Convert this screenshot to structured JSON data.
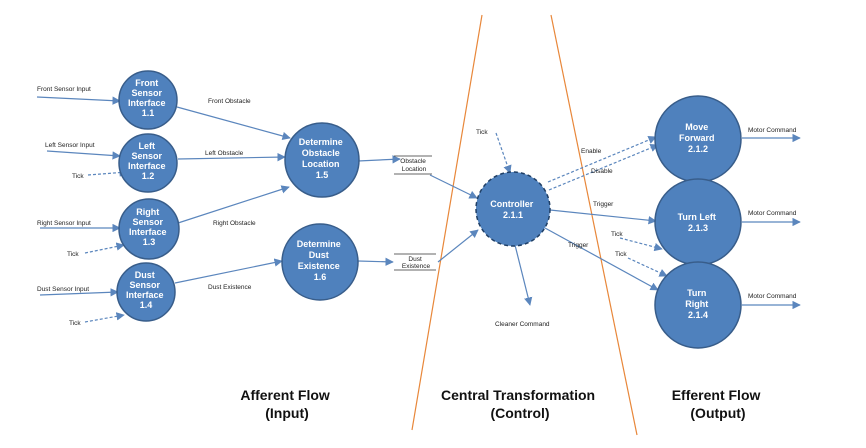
{
  "colors": {
    "node_fill": "#4f81bd",
    "flow": "#5b86bd",
    "boundary": "#e8873a",
    "text": "#222222"
  },
  "nodes": {
    "n11": {
      "lines": [
        "Front",
        "Sensor",
        "Interface",
        "1.1"
      ]
    },
    "n12": {
      "lines": [
        "Left",
        "Sensor",
        "Interface",
        "1.2"
      ]
    },
    "n13": {
      "lines": [
        "Right",
        "Sensor",
        "Interface",
        "1.3"
      ]
    },
    "n14": {
      "lines": [
        "Dust",
        "Sensor",
        "Interface",
        "1.4"
      ]
    },
    "n15": {
      "lines": [
        "Determine",
        "Obstacle",
        "Location",
        "1.5"
      ]
    },
    "n16": {
      "lines": [
        "Determine",
        "Dust",
        "Existence",
        "1.6"
      ]
    },
    "n211": {
      "lines": [
        "Controller",
        "2.1.1"
      ]
    },
    "n212": {
      "lines": [
        "Move",
        "Forward",
        "2.1.2"
      ]
    },
    "n213": {
      "lines": [
        "Turn Left",
        "2.1.3"
      ]
    },
    "n214": {
      "lines": [
        "Turn",
        "Right",
        "2.1.4"
      ]
    }
  },
  "labels": {
    "front_sensor_input": "Front Sensor Input",
    "left_sensor_input": "Left Sensor Input",
    "right_sensor_input": "Right Sensor Input",
    "dust_sensor_input": "Dust Sensor Input",
    "tick": "Tick",
    "front_obstacle": "Front Obstacle",
    "left_obstacle": "Left Obstacle",
    "right_obstacle": "Right Obstacle",
    "dust_existence": "Dust Existence",
    "enable": "Enable",
    "disable": "Disable",
    "trigger": "Trigger",
    "motor_command": "Motor Command",
    "cleaner_command": "Cleaner Command"
  },
  "stores": {
    "obstacle_location": [
      "Obstacle",
      "Location"
    ],
    "dust_existence": [
      "Dust",
      "Existence"
    ]
  },
  "regions": {
    "afferent": [
      "Afferent Flow",
      "(Input)"
    ],
    "central": [
      "Central Transformation",
      "(Control)"
    ],
    "efferent": [
      "Efferent Flow",
      "(Output)"
    ]
  }
}
